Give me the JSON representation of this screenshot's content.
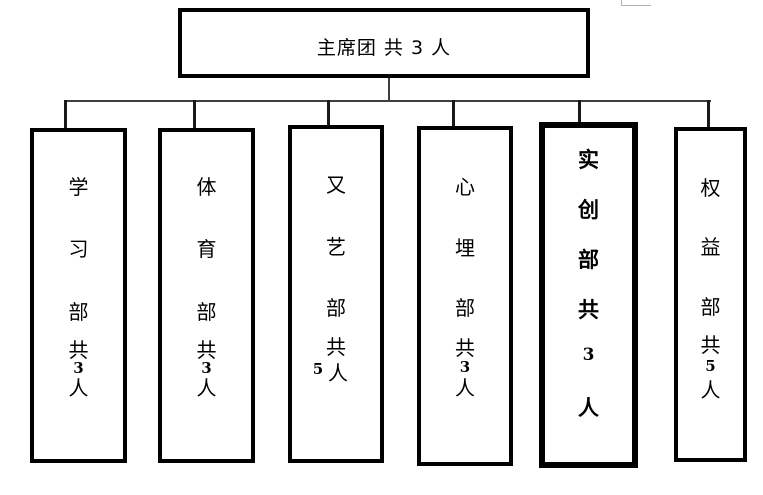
{
  "colors": {
    "background": "#ffffff",
    "box_border": "#000000",
    "connector_line": "#3f3f3f",
    "drop_line": "#1a1a1a",
    "text": "#000000",
    "artifact": "#b3b3b3"
  },
  "org_chart": {
    "root": {
      "label": "主席团 共 3 人",
      "member_count": 3
    },
    "departments": [
      {
        "name": "学习部",
        "member_count": 3,
        "lines": [
          "学",
          "习",
          "部",
          "共",
          "3",
          "人"
        ]
      },
      {
        "name": "体育部",
        "member_count": 3,
        "lines": [
          "体",
          "育",
          "部",
          "共",
          "3",
          "人"
        ]
      },
      {
        "name": "又艺部",
        "member_count": 5,
        "lines": [
          "又",
          "艺",
          "部",
          "共",
          "5",
          "人"
        ]
      },
      {
        "name": "心埋部",
        "member_count": 3,
        "lines": [
          "心",
          "埋",
          "部",
          "共",
          "3",
          "人"
        ]
      },
      {
        "name": "实创部",
        "member_count": 3,
        "lines": [
          "实",
          "创",
          "部",
          "共",
          "3",
          "人"
        ]
      },
      {
        "name": "权益部",
        "member_count": 5,
        "lines": [
          "权",
          "益",
          "部",
          "共",
          "5",
          "人"
        ]
      }
    ]
  }
}
